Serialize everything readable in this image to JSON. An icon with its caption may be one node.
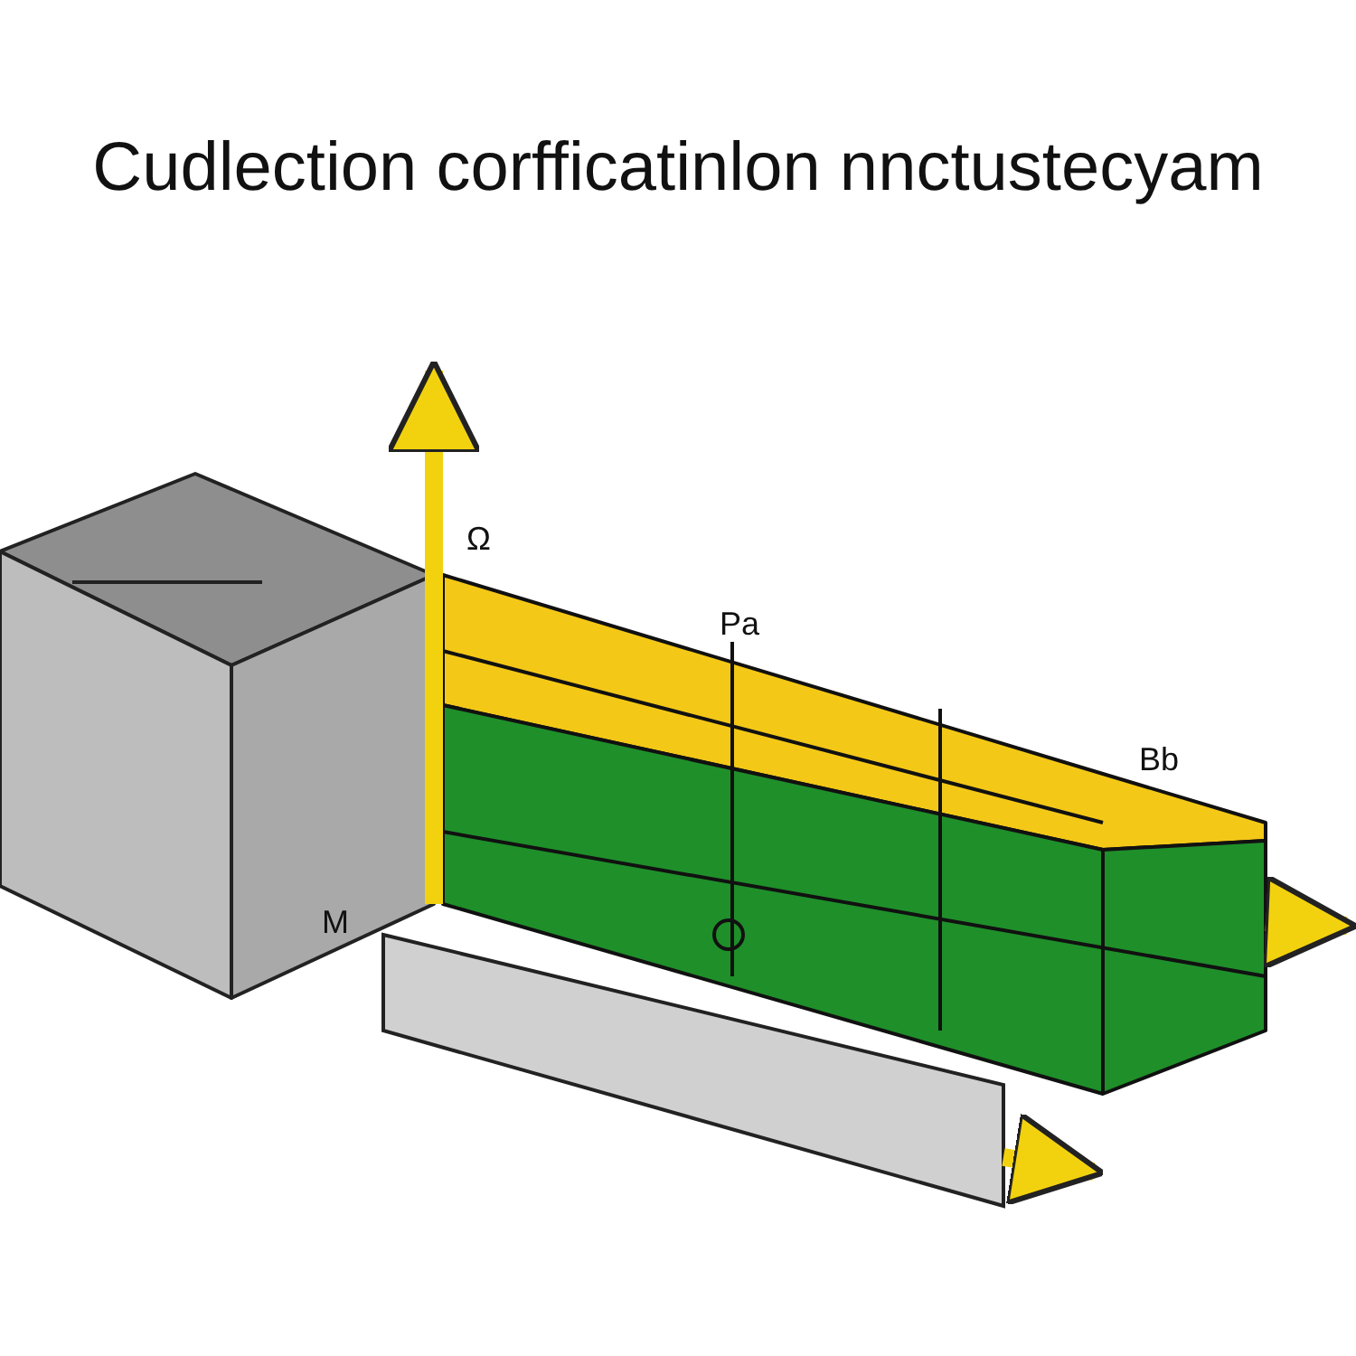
{
  "diagram": {
    "title": "Cudlection corfficatinlon nnctustecyam",
    "labels": [
      "Ω",
      "Pa",
      "Bb",
      "M"
    ]
  }
}
